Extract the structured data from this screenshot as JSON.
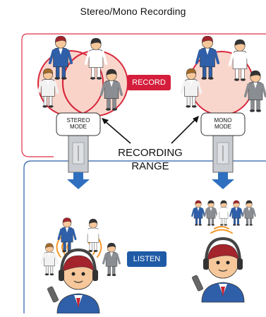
{
  "title": "Stereo/Mono Recording",
  "record_label": "RECORD",
  "listen_label": "LISTEN",
  "stereo_mode_label": [
    "STEREO",
    "MODE"
  ],
  "mono_mode_label": [
    "MONO",
    "MODE"
  ],
  "recording_range_label": [
    "RECORDING",
    "RANGE"
  ],
  "colors": {
    "record_frame": "#e0314a",
    "listen_frame": "#2a5ea8",
    "record_badge": "#d41e3c",
    "listen_badge": "#1f5aa6",
    "range_fill": "#f8d2c8",
    "range_stroke": "#d8283c",
    "arrow": "#2f6fc0",
    "sound_wave": "#f59a2a"
  }
}
